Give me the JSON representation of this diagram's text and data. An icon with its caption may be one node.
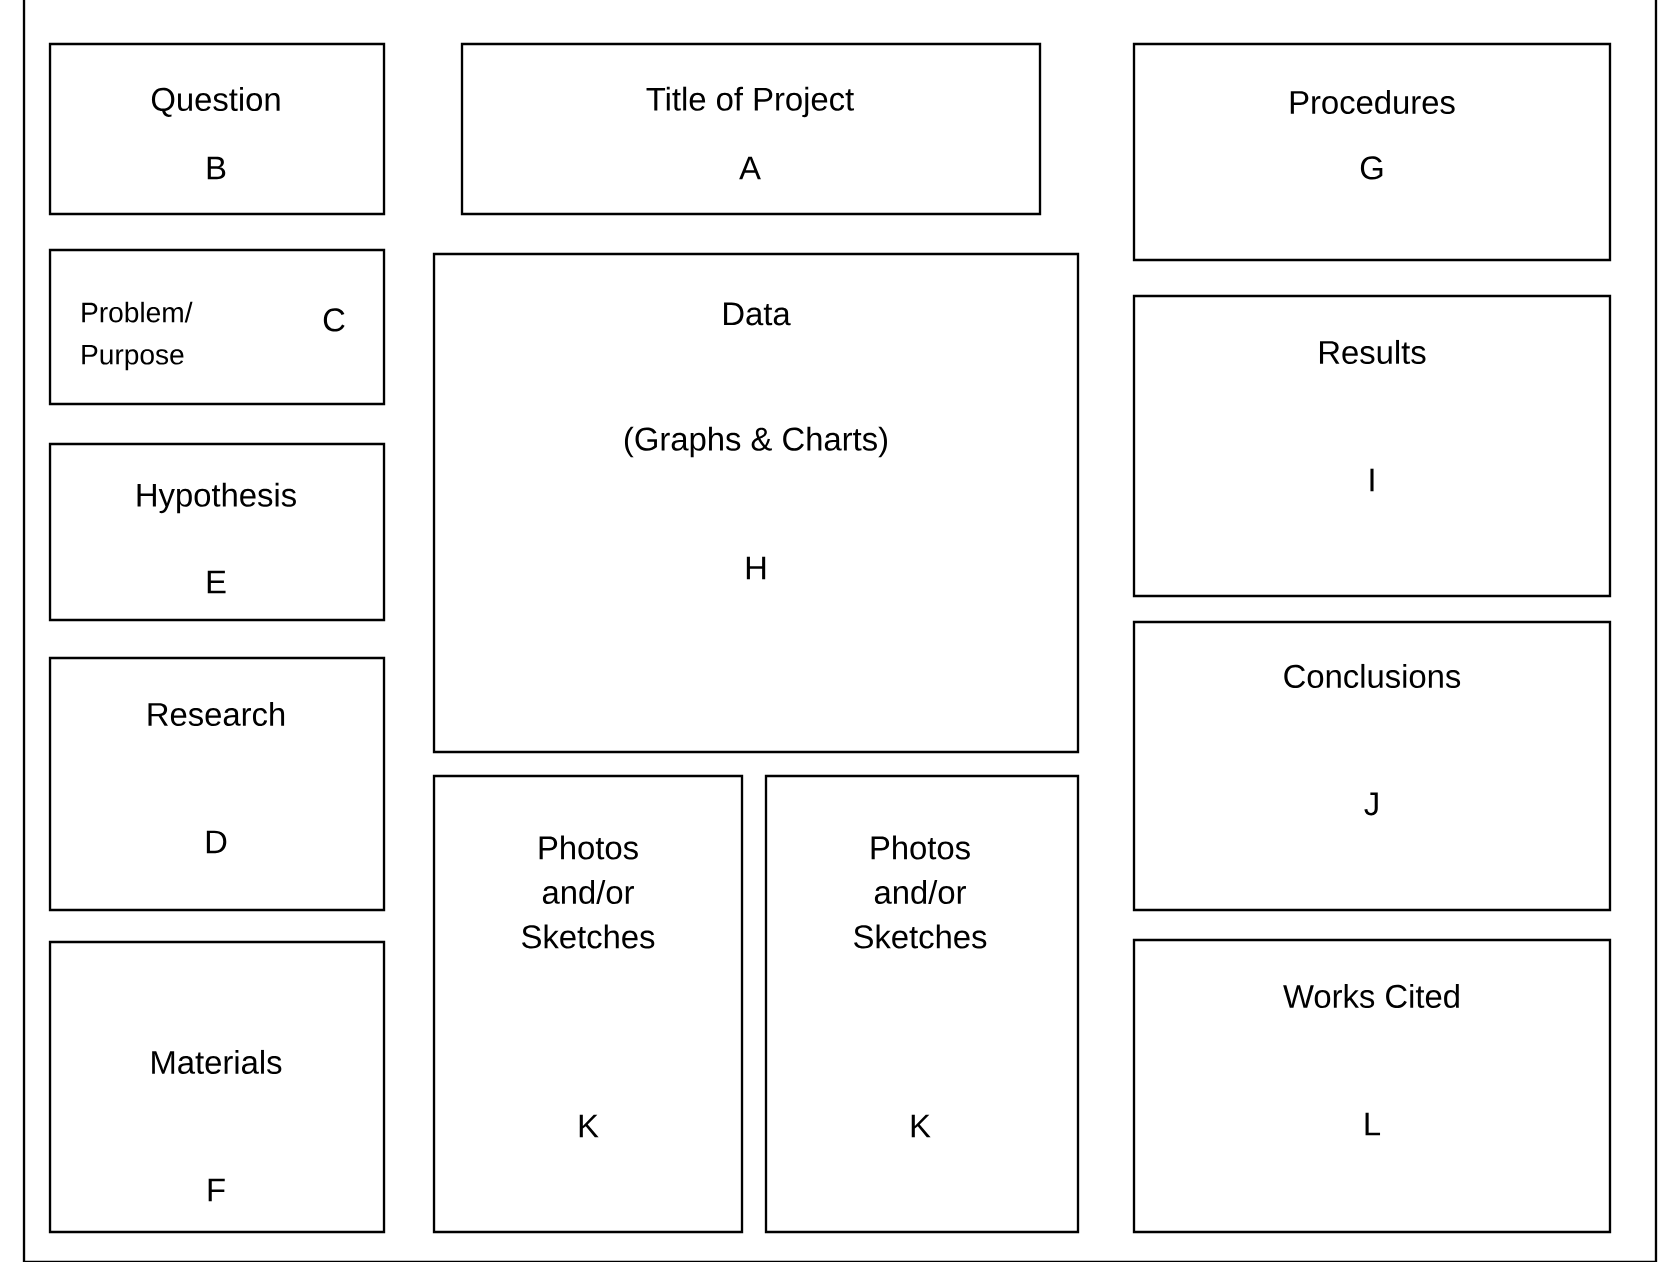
{
  "diagram": {
    "nodes": [
      {
        "text": [
          "Question",
          "B"
        ]
      },
      {
        "text": [
          "Title of Project",
          "A"
        ]
      },
      {
        "text": [
          "Procedures",
          "G"
        ]
      },
      {
        "text": [
          "Problem/ Purpose",
          "C"
        ]
      },
      {
        "text": [
          "Data",
          "(Graphs & Charts)",
          "H"
        ]
      },
      {
        "text": [
          "Results",
          "I"
        ]
      },
      {
        "text": [
          "Hypothesis",
          "E"
        ]
      },
      {
        "text": [
          "Conclusions",
          "J"
        ]
      },
      {
        "text": [
          "Research",
          "D"
        ]
      },
      {
        "text": [
          "Photos and/or Sketches",
          "K"
        ]
      },
      {
        "text": [
          "Photos and/or Sketches",
          "K"
        ]
      },
      {
        "text": [
          "Materials",
          "F"
        ]
      },
      {
        "text": [
          "Works Cited",
          "L"
        ]
      }
    ]
  }
}
